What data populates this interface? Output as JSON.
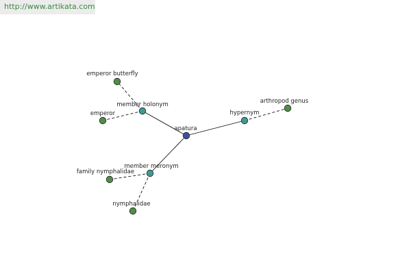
{
  "header": {
    "url": "http://www.artikata.com"
  },
  "colors": {
    "center_node": "#3f4fa0",
    "relation_node": "#3f9a94",
    "leaf_node": "#4e8f45",
    "node_stroke": "#222222",
    "edge": "#111111",
    "url_text": "#3b8a3b",
    "url_background": "#ececec"
  },
  "graph": {
    "center": {
      "id": "apatura",
      "label": "apatura"
    },
    "relations": [
      {
        "id": "member-holonym",
        "label": "member holonym"
      },
      {
        "id": "hypernym",
        "label": "hypernym"
      },
      {
        "id": "member-meronym",
        "label": "member meronym"
      }
    ],
    "leaves": [
      {
        "id": "emperor-butterfly",
        "label": "emperor butterfly",
        "relation": "member-holonym"
      },
      {
        "id": "emperor",
        "label": "emperor",
        "relation": "member-holonym"
      },
      {
        "id": "arthropod-genus",
        "label": "arthropod genus",
        "relation": "hypernym"
      },
      {
        "id": "family-nymphalidae",
        "label": "family nymphalidae",
        "relation": "member-meronym"
      },
      {
        "id": "nymphalidae",
        "label": "nymphalidae",
        "relation": "member-meronym"
      }
    ]
  }
}
